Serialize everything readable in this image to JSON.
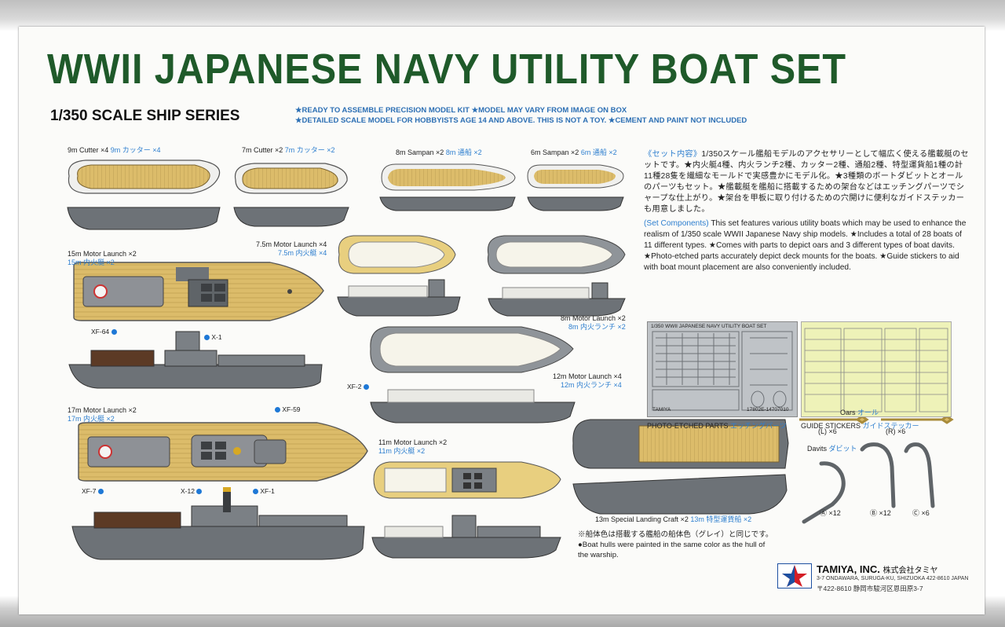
{
  "title": "WWII JAPANESE NAVY UTILITY BOAT SET",
  "series": "1/350 SCALE SHIP SERIES",
  "notes": {
    "line1": "★READY TO ASSEMBLE PRECISION MODEL KIT ★MODEL MAY VARY FROM IMAGE ON BOX",
    "line2": "★DETAILED SCALE MODEL FOR HOBBYISTS AGE 14 AND ABOVE. THIS IS NOT A TOY. ★CEMENT AND PAINT NOT INCLUDED"
  },
  "boats": {
    "cutter9": {
      "en": "9m Cutter ×4",
      "jp": "9m カッター ×4"
    },
    "cutter7": {
      "en": "7m Cutter ×2",
      "jp": "7m カッター ×2"
    },
    "sampan8": {
      "en": "8m Sampan ×2",
      "jp": "8m 通船 ×2"
    },
    "sampan6": {
      "en": "6m Sampan ×2",
      "jp": "6m 通船 ×2"
    },
    "launch15": {
      "en": "15m Motor Launch ×2",
      "jp": "15m 内火艇 ×2"
    },
    "launch75": {
      "en": "7.5m Motor Launch ×4",
      "jp": "7.5m 内火艇 ×4"
    },
    "launch8": {
      "en": "8m Motor Launch ×2",
      "jp": "8m 内火ランチ ×2"
    },
    "launch12": {
      "en": "12m Motor Launch ×4",
      "jp": "12m 内火ランチ ×4"
    },
    "launch17": {
      "en": "17m Motor Launch ×2",
      "jp": "17m 内火艇 ×2"
    },
    "launch11": {
      "en": "11m Motor Launch ×2",
      "jp": "11m 内火艇 ×2"
    },
    "landing13": {
      "en": "13m Special Landing Craft ×2",
      "jp": "13m 特型運貨船 ×2"
    }
  },
  "codes": {
    "xf64": "XF-64",
    "x1": "X-1",
    "xf2": "XF-2",
    "xf59": "XF-59",
    "xf7": "XF-7",
    "x12": "X-12",
    "xf1": "XF-1"
  },
  "description": {
    "jp_head": "《セット内容》",
    "jp_body": "1/350スケール艦船モデルのアクセサリーとして幅広く使える艦載艇のセットです。★内火艇4種、内火ランチ2種、カッター2種、通船2種、特型運貨船1種の計11種28隻を繊細なモールドで実感豊かにモデル化。★3種類のボートダビットとオールのパーツもセット。★艦載艇を艦船に搭載するための架台などはエッチングパーツでシャープな仕上がり。★架台を甲板に取り付けるための穴開けに便利なガイドステッカーも用意しました。",
    "en_head": "(Set Components)",
    "en_body": "This set features various utility boats which may be used to enhance the realism of 1/350 scale WWII Japanese Navy ship models. ★Includes a total of 28 boats of 11 different types. ★Comes with parts to depict oars and 3 different types of boat davits. ★Photo-etched parts accurately depict deck mounts for the boats. ★Guide stickers to aid with boat mount placement are also conveniently included."
  },
  "pe": {
    "en": "PHOTO-ETCHED PARTS",
    "jp": "エッチングパーツ",
    "sheet_title": "1/350 WWII JAPANESE NAVY UTILITY BOAT SET",
    "sheet_code": "TAMIYA",
    "sheet_no": "17802E-14707010"
  },
  "guide": {
    "en": "GUIDE STICKERS",
    "jp": "ガイドステッカー"
  },
  "oars": {
    "en": "Oars",
    "jp": "オール",
    "left": "(L) ×6",
    "right": "(R) ×6"
  },
  "davits": {
    "en": "Davits",
    "jp": "ダビット",
    "a": "Ⓐ ×12",
    "b": "Ⓑ ×12",
    "c": "Ⓒ ×6"
  },
  "footnote": {
    "jp": "※船体色は搭載する艦船の船体色（グレイ）と同じです。",
    "en": "●Boat hulls were painted in the same color as the hull of the warship."
  },
  "company": {
    "name": "TAMIYA, INC.",
    "jp_name": "株式会社タミヤ",
    "address": "3-7 ONDAWARA, SURUGA-KU, SHIZUOKA 422-8610 JAPAN",
    "jp_address": "〒422-8610 静岡市駿河区恩田原3-7"
  },
  "colors": {
    "title_green": "#1f5a2a",
    "accent_blue": "#2e7fcf",
    "deck_wood": "#d9b865",
    "hull_grey": "#6d7277"
  }
}
